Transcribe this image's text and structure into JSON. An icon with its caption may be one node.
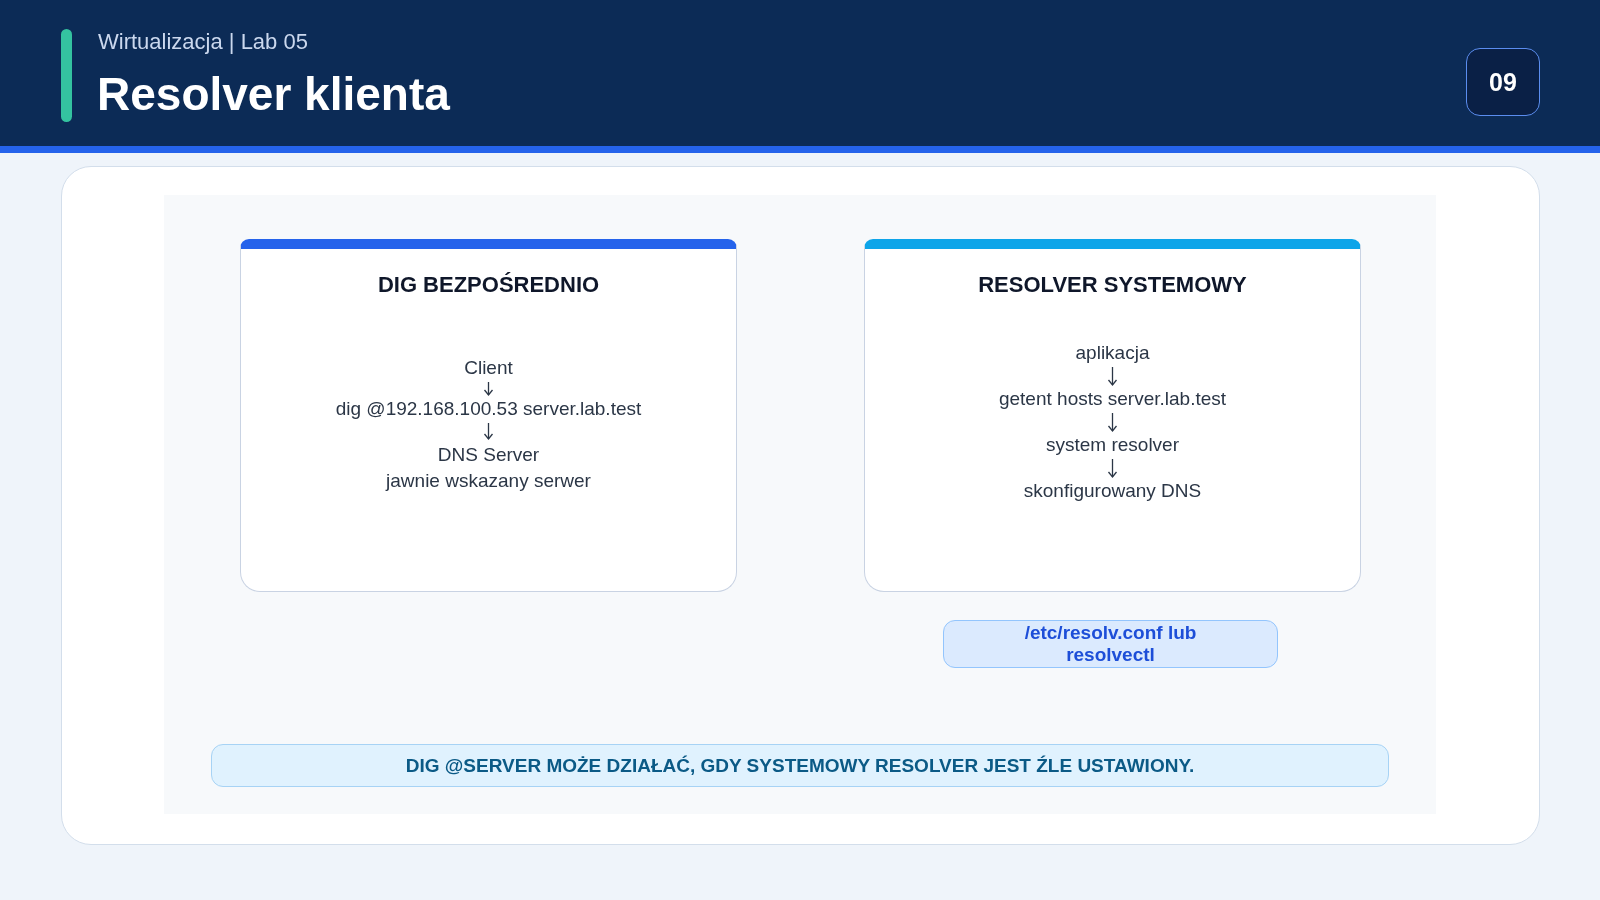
{
  "diagram": {
    "title": "Resolver klienta",
    "nodes": [
      {
        "text": [
          "09"
        ]
      },
      {
        "text": [
          "DIG BEZPOŚREDNIO"
        ]
      },
      {
        "text": [
          "Client"
        ],
        "in": 1
      },
      {
        "text": [
          "dig @192.168.100.53 server.lab.test"
        ],
        "in": 1
      },
      {
        "text": [
          "DNS Server",
          "jawnie wskazany serwer"
        ],
        "in": 1
      },
      {
        "text": [
          "RESOLVER SYSTEMOWY"
        ]
      },
      {
        "text": [
          "aplikacja"
        ],
        "in": 5
      },
      {
        "text": [
          "getent hosts server.lab.test"
        ],
        "in": 5
      },
      {
        "text": [
          "system resolver"
        ],
        "in": 5
      },
      {
        "text": [
          "skonfigurowany DNS"
        ],
        "in": 5
      },
      {
        "text": [
          "/etc/resolv.conf lub resolvectl"
        ]
      },
      {
        "text": [
          "DIG @SERVER MOŻE DZIAŁAĆ, GDY SYSTEMOWY RESOLVER JEST ŹLE USTAWIONY."
        ]
      }
    ],
    "edges": [
      {
        "from": 2,
        "to": 3,
        "arrow": "to"
      },
      {
        "from": 3,
        "to": 4,
        "arrow": "to"
      },
      {
        "from": 6,
        "to": 7,
        "arrow": "to"
      },
      {
        "from": 7,
        "to": 8,
        "arrow": "to"
      },
      {
        "from": 8,
        "to": 9,
        "arrow": "to"
      }
    ],
    "labels": [
      "Wirtualizacja | Lab 05"
    ]
  }
}
